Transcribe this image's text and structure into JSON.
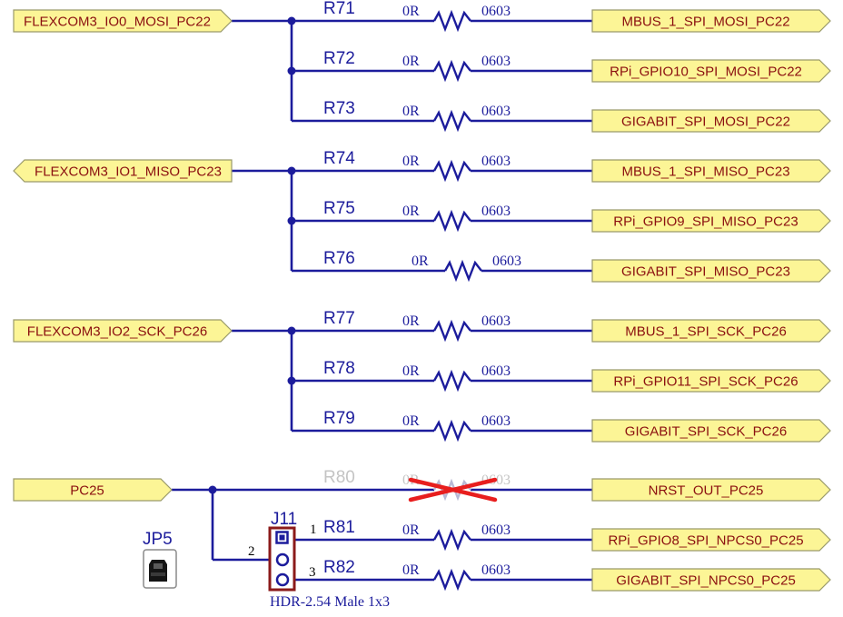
{
  "groups": [
    {
      "input": {
        "label": "FLEXCOM3_IO0_MOSI_PC22",
        "direction": "right"
      },
      "rows": [
        {
          "ref": "R71",
          "value": "0R",
          "package": "0603",
          "output": "MBUS_1_SPI_MOSI_PC22",
          "dnp": false
        },
        {
          "ref": "R72",
          "value": "0R",
          "package": "0603",
          "output": "RPi_GPIO10_SPI_MOSI_PC22",
          "dnp": false
        },
        {
          "ref": "R73",
          "value": "0R",
          "package": "0603",
          "output": "GIGABIT_SPI_MOSI_PC22",
          "dnp": false
        }
      ]
    },
    {
      "input": {
        "label": "FLEXCOM3_IO1_MISO_PC23",
        "direction": "left"
      },
      "rows": [
        {
          "ref": "R74",
          "value": "0R",
          "package": "0603",
          "output": "MBUS_1_SPI_MISO_PC23",
          "dnp": false
        },
        {
          "ref": "R75",
          "value": "0R",
          "package": "0603",
          "output": "RPi_GPIO9_SPI_MISO_PC23",
          "dnp": false
        },
        {
          "ref": "R76",
          "value": "0R",
          "package": "0603",
          "output": "GIGABIT_SPI_MISO_PC23",
          "dnp": false
        }
      ]
    },
    {
      "input": {
        "label": "FLEXCOM3_IO2_SCK_PC26",
        "direction": "right"
      },
      "rows": [
        {
          "ref": "R77",
          "value": "0R",
          "package": "0603",
          "output": "MBUS_1_SPI_SCK_PC26",
          "dnp": false
        },
        {
          "ref": "R78",
          "value": "0R",
          "package": "0603",
          "output": "RPi_GPIO11_SPI_SCK_PC26",
          "dnp": false
        },
        {
          "ref": "R79",
          "value": "0R",
          "package": "0603",
          "output": "GIGABIT_SPI_SCK_PC26",
          "dnp": false
        }
      ]
    },
    {
      "input": {
        "label": "PC25",
        "direction": "right"
      },
      "rows": [
        {
          "ref": "R80",
          "value": "0R",
          "package": "0603",
          "output": "NRST_OUT_PC25",
          "dnp": true
        },
        {
          "ref": "R81",
          "value": "0R",
          "package": "0603",
          "output": "RPi_GPIO8_SPI_NPCS0_PC25",
          "dnp": false
        },
        {
          "ref": "R82",
          "value": "0R",
          "package": "0603",
          "output": "GIGABIT_SPI_NPCS0_PC25",
          "dnp": false
        }
      ]
    }
  ],
  "header": {
    "ref": "J11",
    "description": "HDR-2.54 Male 1x3",
    "pins": [
      "1",
      "2",
      "3"
    ]
  },
  "jumper": {
    "ref": "JP5",
    "icon": "jumper-cap-icon"
  },
  "colors": {
    "wire": "#1c1c9c",
    "flag_fill": "#fcf596",
    "flag_text": "#8b1010",
    "dnp_cross": "#e81e1e",
    "dnp_text": "#c4c4c4",
    "header_outline": "#8b1a1a"
  }
}
